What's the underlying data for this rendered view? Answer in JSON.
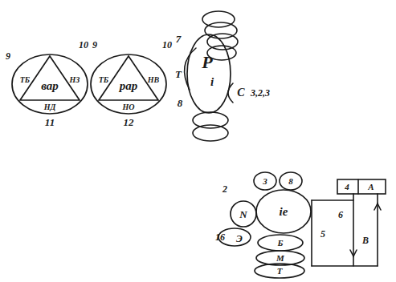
{
  "diagram": {
    "nodes": [
      {
        "text": [
          "11"
        ]
      },
      {
        "text": [
          "вар"
        ],
        "in": 0
      },
      {
        "text": [
          "12"
        ]
      },
      {
        "text": [
          "рар"
        ],
        "in": 2
      },
      {
        "text": [
          "Р",
          "i"
        ]
      },
      {
        "text": [
          "ie"
        ]
      },
      {
        "text": [
          "N"
        ]
      },
      {
        "text": [
          "Б"
        ]
      },
      {
        "text": [
          "М"
        ]
      },
      {
        "text": [
          "Т"
        ]
      }
    ],
    "labels": [
      "9",
      "10",
      "ТБ",
      "НЗ",
      "НД",
      "9",
      "10",
      "ТБ",
      "НВ",
      "НО",
      "7",
      "8",
      "Т",
      "С",
      "3,2,3",
      "2",
      "3",
      "8",
      "4",
      "А",
      "5",
      "6",
      "В",
      "16",
      "Э"
    ]
  }
}
